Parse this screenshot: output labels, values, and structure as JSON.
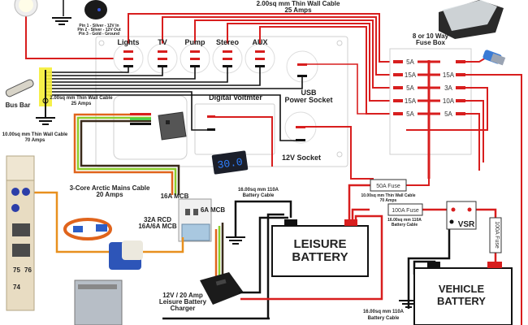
{
  "colors": {
    "positive": "#d81e1e",
    "negative": "#111111",
    "mains_live": "#e0641c",
    "mains_earth": "#8ccd2c",
    "mains_neutral": "#3a2a1a",
    "hookup": "#e8901e",
    "bus_highlight": "#f5ee36",
    "panel_line": "#cccccc",
    "voltmeter_digits": "#2f7fff"
  },
  "top_cable": {
    "line1": "2.00sq mm Thin Wall Cable",
    "line2": "25 Amps"
  },
  "switch_pins": {
    "pin1": "Pin 1 - Silver - 12V In",
    "pin2": "Pin 2 - Silver - 12V Out",
    "pin3": "Pin 3 - Gold - Ground"
  },
  "switches": [
    {
      "label": "Lights"
    },
    {
      "label": "TV"
    },
    {
      "label": "Pump"
    },
    {
      "label": "Stereo"
    },
    {
      "label": "AUX"
    }
  ],
  "usb_socket": {
    "label_line1": "USB",
    "label_line2": "Power Socket"
  },
  "socket_12v": {
    "label": "12V Socket"
  },
  "voltmeter": {
    "label": "Digital Voltmter",
    "reading": "30.0"
  },
  "bus_bar": {
    "label": "Bus Bar"
  },
  "bus_cable": {
    "line1": "2.00sq mm Thin Wall Cable",
    "line2": "25 Amps"
  },
  "ground_cable": {
    "line1": "10.00sq mm Thin Wall Cable",
    "line2": "70 Amps"
  },
  "fuse_box": {
    "title_line1": "8 or 10 Way",
    "title_line2": "Fuse Box",
    "left_fuses": [
      "5A",
      "15A",
      "5A",
      "15A",
      "5A"
    ],
    "right_fuses": [
      "",
      "15A",
      "3A",
      "10A",
      "5A"
    ]
  },
  "mains_cable": {
    "line1": "3-Core Arctic Mains Cable",
    "line2": "20 Amps"
  },
  "consumer_unit": {
    "mcb16": "16A MCB",
    "mcb6": "6A MCB",
    "rcd_line1": "32A RCD",
    "rcd_line2": "16A/6A MCB"
  },
  "hookup_post": {
    "numbers": [
      "75",
      "76",
      "74"
    ]
  },
  "leisure_ground_cable": {
    "line1": "16.00sq mm 110A",
    "line2": "Battery Cable"
  },
  "leisure_battery": {
    "line1": "LEISURE",
    "line2": "BATTERY"
  },
  "fuse_50a": {
    "label": "50A Fuse",
    "cable_line1": "10.00sq mm Thin Wall Cable",
    "cable_line2": "70 Amps"
  },
  "fuse_100a": {
    "label": "100A Fuse",
    "cable_line1": "16.00sq mm 110A",
    "cable_line2": "Battery Cable"
  },
  "vsr": {
    "label": "VSR"
  },
  "fuse_100a_vertical": {
    "label": "100A Fuse"
  },
  "vehicle_battery": {
    "line1": "VEHICLE",
    "line2": "BATTERY"
  },
  "vehicle_ground_cable": {
    "line1": "16.00sq mm 110A",
    "line2": "Battery Cable"
  },
  "charger": {
    "line1": "12V / 20 Amp",
    "line2": "Leisure Battery",
    "line3": "Charger"
  }
}
